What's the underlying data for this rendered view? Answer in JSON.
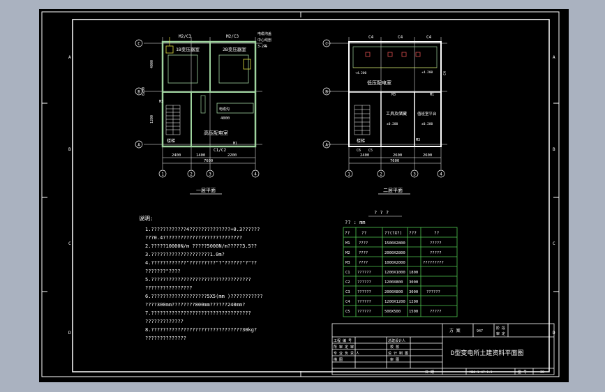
{
  "colors": {
    "background": "#aab2c0",
    "sheet": "#000000",
    "line": "#ffffff",
    "wall": "#9fd49f",
    "accent": "#e0e040",
    "red": "#e05050"
  },
  "frame": {
    "zone_left": [
      "A",
      "B",
      "C",
      "D"
    ],
    "zone_right": [
      "A",
      "B",
      "C",
      "D"
    ]
  },
  "plan1": {
    "title": "一层平面",
    "row_labels": [
      "C",
      "B",
      "A"
    ],
    "col_labels": [
      "1",
      "2",
      "3",
      "4"
    ],
    "top_labels": [
      "M2/C3",
      "M2/C3"
    ],
    "top_note": [
      "电缆沟盖",
      "中心线剖",
      "3-2等"
    ],
    "room1": "1B变压器室",
    "room2": "2B变压器室",
    "room_hv": "高压配电室",
    "room_stair": "楼梯",
    "door_bottom": "C1/C2",
    "door_m1": "M1",
    "dims_bottom": [
      "2400",
      "1400",
      "2200"
    ],
    "dim_total": "7600",
    "dims_left": [
      "4000",
      "1200"
    ],
    "dim_left_total": "6200",
    "dim_mid": "4000",
    "label_cable": "电缆沟",
    "label_m3": "M3"
  },
  "plan2": {
    "title": "二层平面",
    "row_labels": [
      "C",
      "B",
      "A"
    ],
    "col_labels": [
      "1",
      "2",
      "3",
      "4"
    ],
    "top_labels": [
      "C4",
      "C4",
      "C4"
    ],
    "room_lv": "低压配电室",
    "room_tools": "工具及储藏",
    "room_platform": "值班室平台",
    "room_stair": "楼梯",
    "door_labels": [
      "M3",
      "M1",
      "M3",
      "C6",
      "C5"
    ],
    "dims_bottom": [
      "2400",
      "2600",
      "2600"
    ],
    "dim_total": "7600",
    "elevations": [
      "±0.200",
      "±0.200",
      "+4.200",
      "+4.200"
    ],
    "side_label": "C4"
  },
  "notes": {
    "title": "说明:",
    "lines": [
      "1.????????????4??????????????+0.3??????",
      "  ???0.4???????????????????????????",
      "2.?????10000N/m  ?????5000N/m?????3.5??",
      "3.????????????????????1.0m?",
      "4.????????????\"?????????\"?\"??????\"?\"??",
      "  ???????\"????",
      "5.??????????????????????????????????",
      "  ????????????????",
      "6.???????????????????5X5(mm )???????????",
      "  ????300mm????????800mm??????240mm?",
      "7.??????????????????????????????????",
      "  ?????????????",
      "8.???????????????????????????????30kg?",
      "  ??????????????"
    ]
  },
  "door_table": {
    "title": "? ? ?",
    "unit": "?? : mm",
    "headers": [
      "??",
      "??",
      "??(?X?)",
      "???",
      "??"
    ],
    "rows": [
      [
        "M1",
        "????",
        "1500X2800",
        "",
        "?????"
      ],
      [
        "M2",
        "????",
        "2000X2800",
        "",
        "?????"
      ],
      [
        "M3",
        "????",
        "1000X2000",
        "",
        "?????????"
      ],
      [
        "C1",
        "??????",
        "1200X1000",
        "1800",
        ""
      ],
      [
        "C2",
        "??????",
        "1200X800",
        "3000",
        ""
      ],
      [
        "C3",
        "??????",
        "2000X800",
        "3000",
        "??????"
      ],
      [
        "C4",
        "??????",
        "1200X1200",
        "1200",
        ""
      ],
      [
        "C5",
        "??????",
        "500X500",
        "1500",
        "?????"
      ]
    ]
  },
  "title_block": {
    "main_title": "D型变电所土建资料平面图",
    "top_cells": [
      "方 案",
      "947",
      "阶 段",
      "审 定"
    ],
    "left_rows": [
      [
        "工程 编 号",
        "",
        "总建设计人",
        ""
      ],
      [
        "所 审 定 审 ",
        "",
        "校   核",
        ""
      ],
      [
        "专 业 负 责 人",
        "",
        "设 计 制 图",
        ""
      ],
      [
        "描   图",
        "",
        "审   图",
        ""
      ]
    ],
    "bottom_cells": [
      "日   期",
      "M88-1-47-1.3",
      "图 号",
      "30"
    ]
  }
}
